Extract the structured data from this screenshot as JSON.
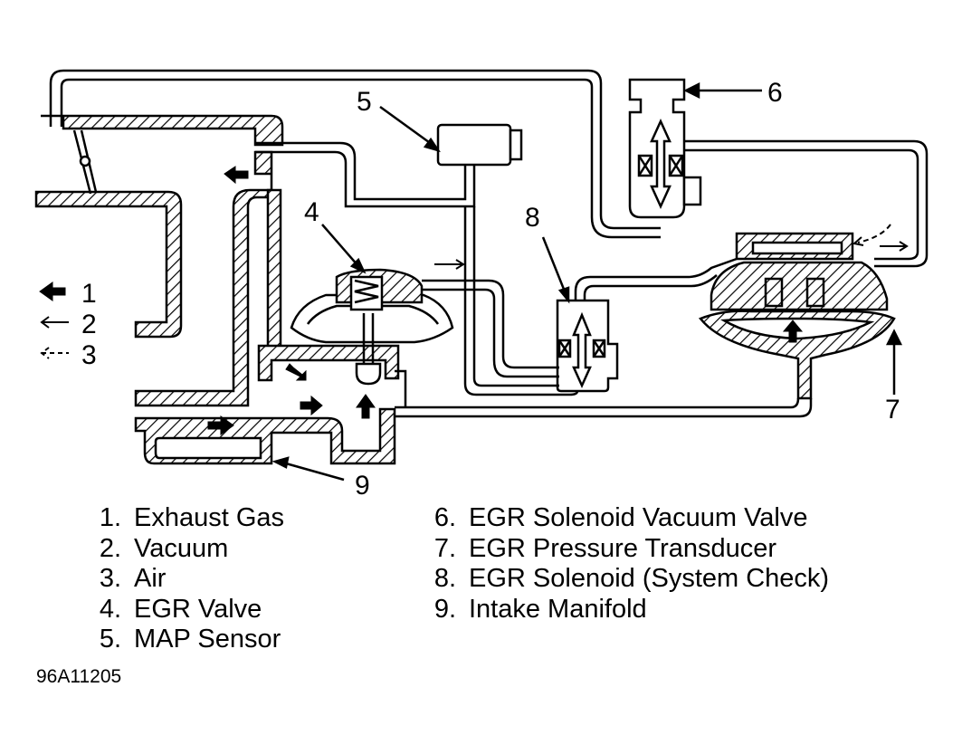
{
  "callouts": {
    "c1": "1",
    "c2": "2",
    "c3": "3",
    "c4": "4",
    "c5": "5",
    "c6": "6",
    "c7": "7",
    "c8": "8",
    "c9": "9"
  },
  "legend": {
    "left": [
      {
        "num": "1.",
        "text": "Exhaust Gas"
      },
      {
        "num": "2.",
        "text": "Vacuum"
      },
      {
        "num": "3.",
        "text": "Air"
      },
      {
        "num": "4.",
        "text": "EGR Valve"
      },
      {
        "num": "5.",
        "text": "MAP Sensor"
      }
    ],
    "right": [
      {
        "num": "6.",
        "text": "EGR Solenoid Vacuum Valve"
      },
      {
        "num": "7.",
        "text": "EGR Pressure Transducer"
      },
      {
        "num": "8.",
        "text": "EGR Solenoid (System Check)"
      },
      {
        "num": "9.",
        "text": "Intake Manifold"
      }
    ]
  },
  "figure_id": "96A11205"
}
